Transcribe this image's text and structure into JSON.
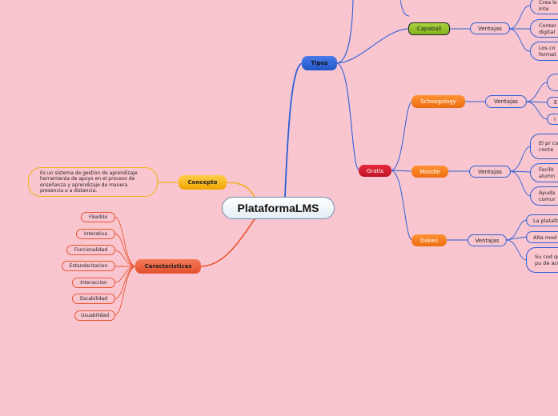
{
  "root": {
    "label": "PlataformaLMS"
  },
  "concepto": {
    "label": "Concepto",
    "description": "Es un sistema de gestion de aprendizaje herramienta de apoyo en el proceso de enseñanza y aprendizaje de manera presencia o a distancia."
  },
  "caracteristicas": {
    "label": "Caracteristicas",
    "items": [
      "Flexible",
      "Interativa",
      "Funcionalidad",
      "Estandarizacion",
      "Interaccion",
      "Escabilidad",
      "Usuabilidad"
    ]
  },
  "tipos": {
    "label": "Tipos",
    "capaball": {
      "label": "Capaball",
      "ventajas_label": "Ventajas",
      "leaves": [
        "Crea lo la inte",
        "Conter digital",
        "Los co format"
      ]
    },
    "gratis": {
      "label": "Gratis",
      "schoology": {
        "label": "Schoogology",
        "ventajas_label": "Ventajas",
        "leaves": [
          "",
          "E",
          "I"
        ]
      },
      "moodle": {
        "label": "Moodle",
        "ventajas_label": "Ventajas",
        "leaves": [
          "El pr contr conte",
          "Facilit alumn",
          "Ayuda comur"
        ]
      },
      "dokeo": {
        "label": "Dokeo",
        "ventajas_label": "Ventajas",
        "leaves": [
          "La platafo",
          "Alta mod",
          "Su cod que pu de acu"
        ]
      }
    }
  },
  "colors": {
    "background": "#f9c6d0",
    "blue_branch": "#2b5fd6",
    "orange_branch": "#f1b01a",
    "red_branch": "#ea5430",
    "capaball_green": "#a8d23c",
    "gratis_red": "#d41c2e",
    "gratis_child_orange": "#f17c20"
  }
}
